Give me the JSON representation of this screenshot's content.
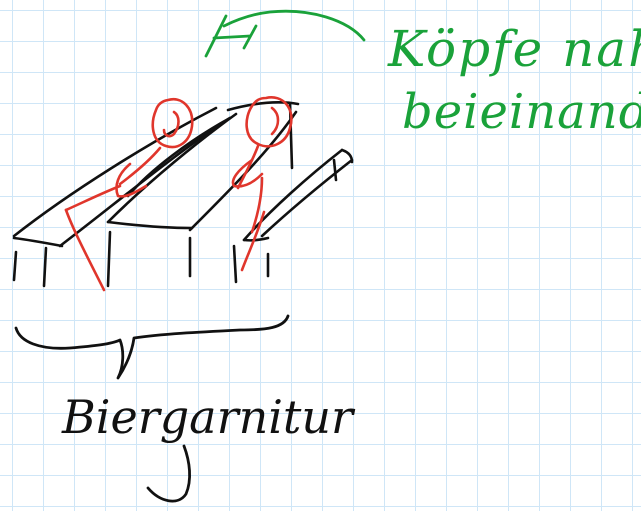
{
  "annotation": {
    "line1": "Köpfe nah",
    "line2": "beieinander",
    "color": "#1aa23a"
  },
  "caption": {
    "text": "Biergarnitur",
    "color": "#111111"
  },
  "colors": {
    "ink_black": "#111111",
    "ink_red": "#e0362c",
    "ink_green": "#1aa23a",
    "grid_line": "#cfe6f7",
    "paper": "#ffffff"
  },
  "icons": {
    "annotation_arrow": "arrow-left-icon",
    "bench_sketch": "beer-bench-set-drawing",
    "people_sketch": "stick-figure-person",
    "brace": "curly-brace-icon"
  }
}
